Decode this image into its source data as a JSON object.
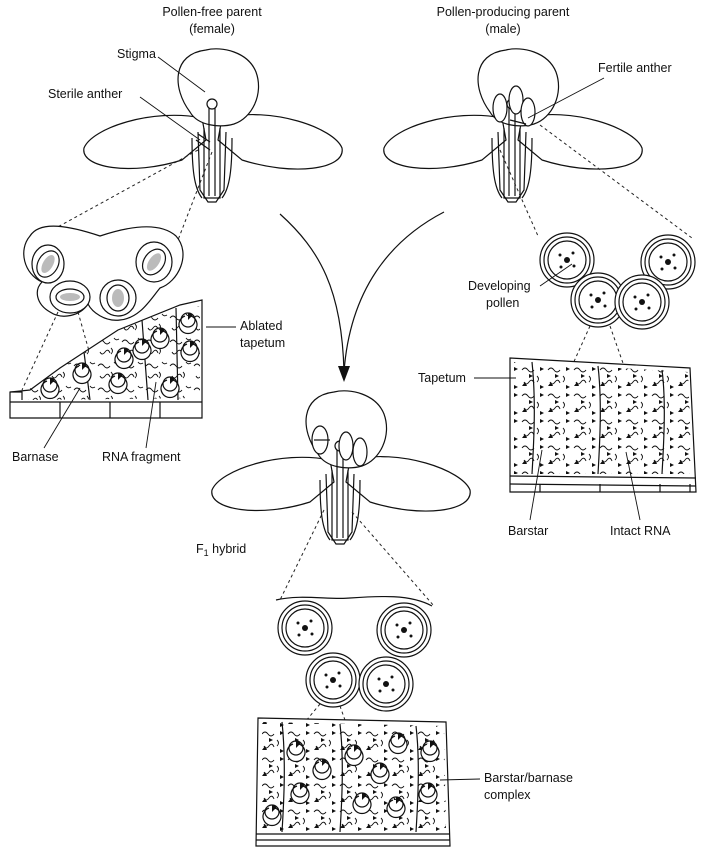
{
  "labels": {
    "female_title_1": "Pollen-free parent",
    "female_title_2": "(female)",
    "male_title_1": "Pollen-producing parent",
    "male_title_2": "(male)",
    "stigma": "Stigma",
    "sterile_anther": "Sterile anther",
    "fertile_anther": "Fertile anther",
    "ablated_tapetum_1": "Ablated",
    "ablated_tapetum_2": "tapetum",
    "developing_pollen_1": "Developing",
    "developing_pollen_2": "pollen",
    "tapetum": "Tapetum",
    "barnase": "Barnase",
    "rna_fragment": "RNA fragment",
    "barstar": "Barstar",
    "intact_rna": "Intact RNA",
    "f1_hybrid_main": "F",
    "f1_hybrid_sub": "1",
    "f1_hybrid_rest": " hybrid",
    "complex_1": "Barstar/barnase",
    "complex_2": "complex"
  }
}
